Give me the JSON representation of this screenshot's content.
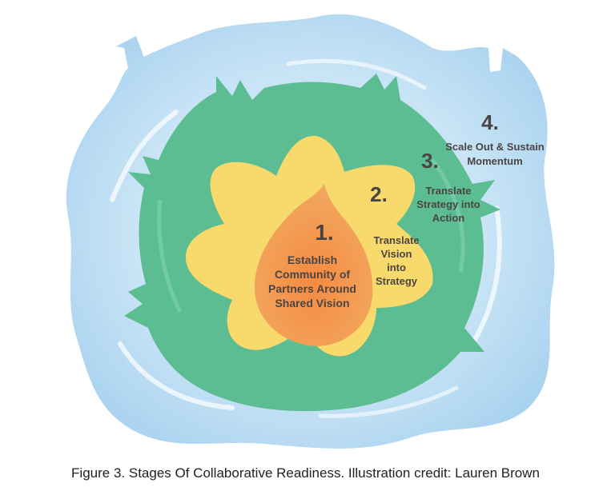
{
  "stages": [
    {
      "number": "1.",
      "lines": [
        "Establish",
        "Community of",
        "Partners Around",
        "Shared Vision"
      ]
    },
    {
      "number": "2.",
      "lines": [
        "Translate",
        "Vision",
        "into",
        "Strategy"
      ]
    },
    {
      "number": "3.",
      "lines": [
        "Translate",
        "Strategy into",
        "Action"
      ]
    },
    {
      "number": "4.",
      "lines": [
        "Scale Out & Sustain",
        "Momentum"
      ]
    }
  ],
  "colors": {
    "outer_water": "#bfe0f5",
    "outer_water_edge": "#a9d3ef",
    "green_ring": "#5fbe96",
    "yellow_flower": "#f7d96a",
    "orange_flame": "#f29a4a",
    "text": "#4a4544"
  },
  "caption": "Figure 3. Stages Of Collaborative Readiness. Illustration credit: Lauren Brown"
}
